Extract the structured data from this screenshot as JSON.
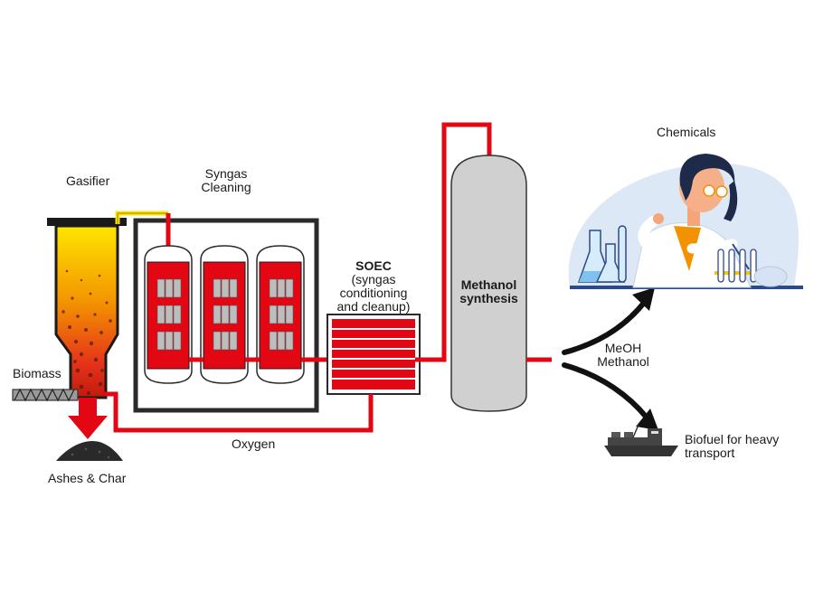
{
  "labels": {
    "gasifier": "Gasifier",
    "syngas_cleaning": "Syngas\nCleaning",
    "soec_title": "SOEC",
    "soec_desc": "(syngas\nconditioning\nand cleanup)",
    "methanol_synthesis": "Methanol\nsynthesis",
    "chemicals": "Chemicals",
    "meoh": "MeOH\nMethanol",
    "biofuel": "Biofuel for heavy\ntransport",
    "biomass": "Biomass",
    "oxygen": "Oxygen",
    "ashes": "Ashes & Char"
  },
  "colors": {
    "pipe_red": "#e30613",
    "vessel_grey": "#d0d0d0",
    "frame_dark": "#2a2a2a",
    "scene_bg": "#dce8f5",
    "hot_yellow": "#ffe600",
    "hot_orange": "#f39200"
  },
  "icons": {
    "scientist": "scientist-illustration",
    "ship": "cargo-ship-icon",
    "screw_feeder": "screw-feeder-icon",
    "down_arrow": "down-arrow-icon",
    "ash_pile": "ash-pile-icon"
  }
}
